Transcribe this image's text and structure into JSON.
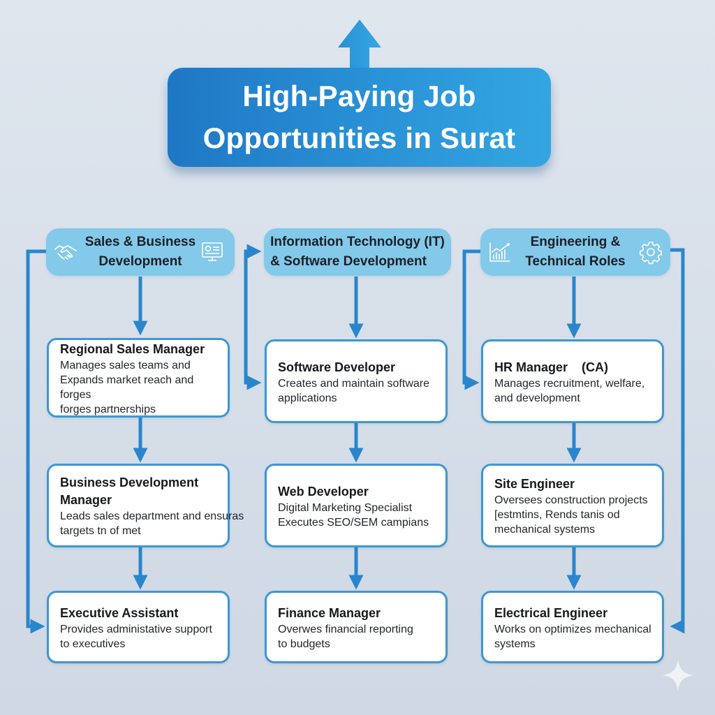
{
  "title": {
    "line1": "High-Paying Job",
    "line2": "Opportunities in Surat",
    "icon": "arrow-up-icon"
  },
  "colors": {
    "title_gradient_start": "#1f77c4",
    "title_gradient_end": "#33a6e2",
    "category_fill": "#83c9ea",
    "card_border": "#3e97d3",
    "connector": "#2a86cc",
    "background": "#d8e0ea"
  },
  "columns": [
    {
      "category": {
        "line1": "Sales & Business",
        "line2": "Development",
        "left_icon": "handshake-icon",
        "right_icon": "monitor-icon"
      },
      "jobs": [
        {
          "title": "Regional Sales Manager",
          "description": [
            "Manages sales teams and",
            "Expands market reach and forges",
            "forges partnerships"
          ]
        },
        {
          "title": "Business Development",
          "title_line2": "Manager",
          "description": [
            "Leads sales department and ensuras",
            "targets tn of met"
          ]
        },
        {
          "title": "Executive Assistant",
          "description": [
            "Provides administative support",
            "to executives"
          ]
        }
      ]
    },
    {
      "category": {
        "line1": "Information Technology (IT)",
        "line2": "& Software Development"
      },
      "jobs": [
        {
          "title": "Software Developer",
          "description": [
            "Creates and maintain software",
            "applications"
          ]
        },
        {
          "title": "Web Developer",
          "description": [
            "Digital Marketing Specialist",
            "Executes SEO/SEM campians"
          ]
        },
        {
          "title": "Finance Manager",
          "description": [
            "Overwes financial reporting",
            "to budgets"
          ]
        }
      ]
    },
    {
      "category": {
        "line1": "Engineering &",
        "line2": "Technical Roles",
        "left_icon": "growth-chart-icon",
        "right_icon": "gear-icon"
      },
      "jobs": [
        {
          "title": "HR Manager    (CA)",
          "description": [
            "Manages recruitment, welfare,",
            "and development"
          ]
        },
        {
          "title": "Site Engineer",
          "description": [
            "Oversees construction projects",
            "[estmtins, Rends tanis od",
            "mechanical systems"
          ]
        },
        {
          "title": "Electrical Engineer",
          "description": [
            "Works on optimizes mechanical",
            "systems"
          ]
        }
      ]
    }
  ],
  "watermark": {
    "icon": "sparkle-icon"
  }
}
